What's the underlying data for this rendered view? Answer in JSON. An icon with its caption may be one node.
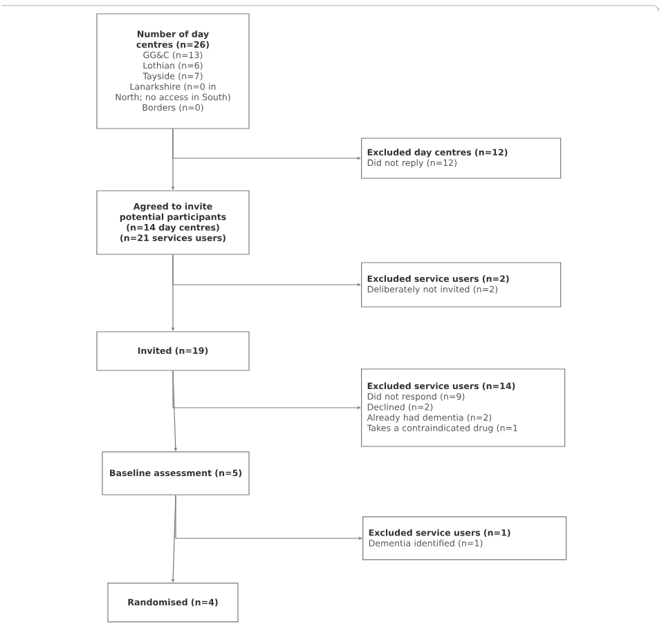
{
  "diagram": {
    "nodes": [
      {
        "text": [
          "Number of day centres (n=26)",
          "GG&C (n=13)",
          "Lothian (n=6)",
          "Tayside (n=7)",
          "Lanarkshire (n=0 in North; no access in South)",
          "Borders (n=0)"
        ]
      },
      {
        "text": [
          "Excluded day centres (n=12)",
          "Did not reply (n=12)"
        ]
      },
      {
        "text": [
          "Agreed to invite potential participants (n=14 day centres) (n=21 services users)"
        ]
      },
      {
        "text": [
          "Excluded service users (n=2)",
          "Deliberately not invited (n=2)"
        ]
      },
      {
        "text": [
          "Invited (n=19)"
        ]
      },
      {
        "text": [
          "Excluded service users (n=14)",
          "Did not respond (n=9)",
          "Declined (n=2)",
          "Already had dementia (n=2)",
          "Takes a contraindicated drug (n=1"
        ]
      },
      {
        "text": [
          "Baseline assessment (n=5)"
        ]
      },
      {
        "text": [
          "Excluded service users (n=1)",
          "Dementia identified (n=1)"
        ]
      },
      {
        "text": [
          "Randomised (n=4)"
        ]
      }
    ],
    "edges": [
      {
        "from": 0,
        "to": 2,
        "arrow": "to"
      },
      {
        "from": 0,
        "to": 1,
        "arrow": "to"
      },
      {
        "from": 2,
        "to": 4,
        "arrow": "to"
      },
      {
        "from": 2,
        "to": 3,
        "arrow": "to"
      },
      {
        "from": 4,
        "to": 6,
        "arrow": "to"
      },
      {
        "from": 4,
        "to": 5,
        "arrow": "to"
      },
      {
        "from": 6,
        "to": 8,
        "arrow": "to"
      },
      {
        "from": 6,
        "to": 7,
        "arrow": "to"
      }
    ]
  }
}
